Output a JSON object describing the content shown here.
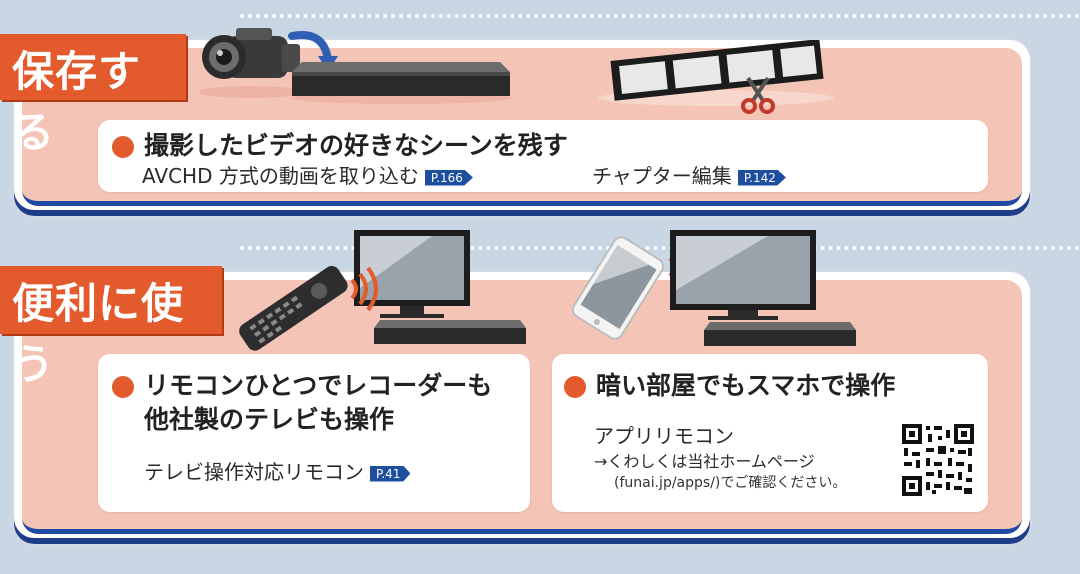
{
  "section1": {
    "tag": "保存する",
    "heading": "撮影したビデオの好きなシーンを残す",
    "item1": {
      "label": "AVCHD 方式の動画を取り込む",
      "ref": "P.166"
    },
    "item2": {
      "label": "チャプター編集",
      "ref": "P.142"
    }
  },
  "section2": {
    "tag": "便利に使う",
    "left": {
      "heading_line1": "リモコンひとつでレコーダーも",
      "heading_line2": "他社製のテレビも操作",
      "item": {
        "label": "テレビ操作対応リモコン",
        "ref": "P.41"
      }
    },
    "right": {
      "heading": "暗い部屋でもスマホで操作",
      "app_name": "アプリリモコン",
      "note_line1": "→くわしくは当社ホームページ",
      "note_line2": "(funai.jp/apps/)でご確認ください。"
    }
  },
  "colors": {
    "tag_orange": "#e35a2c",
    "panel_pink": "#f4c4b6",
    "page_blue": "#c9d6e4",
    "ref_blue": "#1d4f9e",
    "border_navy": "#1f3e8a"
  },
  "icons": [
    "camcorder-icon",
    "recorder-icon",
    "film-strip-icon",
    "scissors-icon",
    "tv-icon",
    "remote-control-icon",
    "smartphone-icon",
    "signal-waves-icon",
    "qr-code-icon"
  ]
}
